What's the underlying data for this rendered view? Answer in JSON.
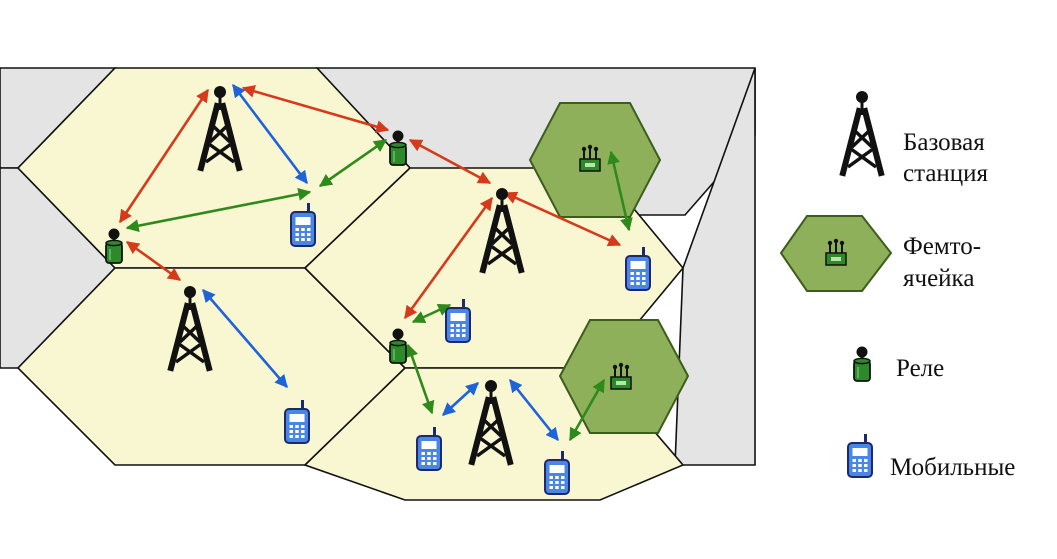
{
  "legend": {
    "base_station": [
      "Базовая",
      "станция"
    ],
    "femtocell": [
      "Фемто-",
      "ячейка"
    ],
    "relay": [
      "Реле"
    ],
    "mobile": [
      "Мобильные"
    ]
  },
  "colors": {
    "cell_fill": "#f8f7d2",
    "outer_fill": "#e4e4e4",
    "femto_fill": "#8fb05a",
    "femto_border": "#3d5d1c",
    "link_base_station": "#d63a1a",
    "link_direct": "#1e63d8",
    "link_relay_femto": "#2f8a1c",
    "phone_blue": "#4a86e8",
    "relay_green": "#2c8a2a",
    "tower_black": "#111111"
  }
}
